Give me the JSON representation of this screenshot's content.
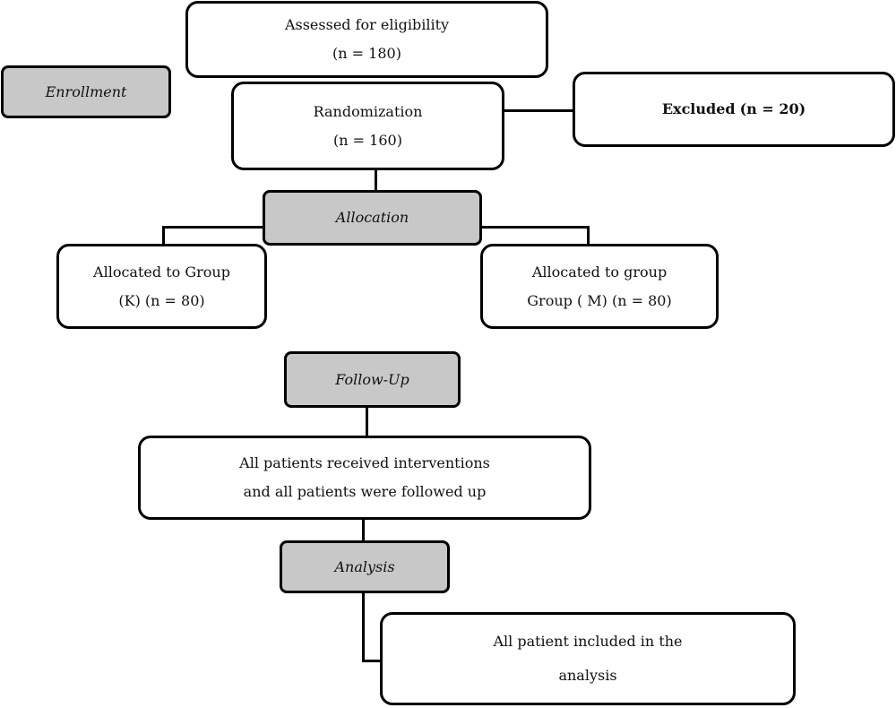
{
  "stages": {
    "enrollment": "Enrollment",
    "allocation": "Allocation",
    "follow_up": "Follow-Up",
    "analysis": "Analysis"
  },
  "boxes": {
    "assessed": {
      "line1": "Assessed for eligibility",
      "line2": "(n = 180)"
    },
    "randomization": {
      "line1": "Randomization",
      "line2": "(n = 160)"
    },
    "excluded": {
      "label": "Excluded",
      "count": "(n = 20)"
    },
    "group_k": {
      "line1": "Allocated to Group",
      "line2": "(K) (n = 80)"
    },
    "group_m": {
      "line1": "Allocated to group",
      "line2": "Group ( M) (n = 80)"
    },
    "followed": {
      "line1": "All patients received interventions",
      "line2": "and all patients were followed up"
    },
    "analysis": {
      "line1": "All patient included in the",
      "line2": "analysis"
    }
  }
}
